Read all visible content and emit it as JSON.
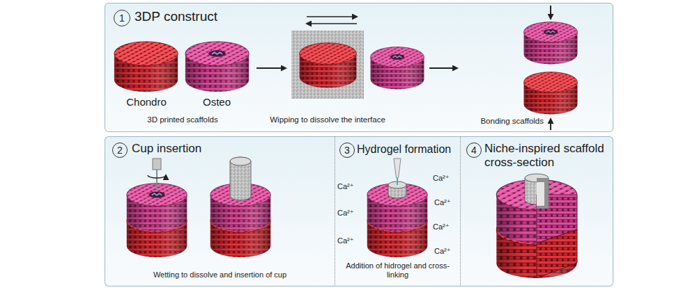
{
  "diagram": {
    "nodes": [
      {
        "text": [
          "3DP construct"
        ]
      },
      {
        "text": [
          "1"
        ],
        "in": 0
      },
      {
        "text": [
          "Cup insertion",
          "Wetting to dissolve and insertion of cup"
        ]
      },
      {
        "text": [
          "2"
        ],
        "in": 2
      },
      {
        "text": [
          "Hydrogel formation",
          "Addition of hidrogel and cross-linking"
        ]
      },
      {
        "text": [
          "3"
        ],
        "in": 4
      },
      {
        "text": [
          "Niche-inspired scaffold cross-section"
        ]
      },
      {
        "text": [
          "4"
        ],
        "in": 6
      }
    ],
    "labels": [
      "Chondro",
      "Osteo",
      "3D printed scaffolds",
      "Wipping to dissolve the interface",
      "Bonding scaffolds",
      "Ca²⁺",
      "Ca²⁺",
      "Ca²⁺",
      "Ca²⁺",
      "Ca²⁺",
      "Ca²⁺",
      "Ca²⁺"
    ]
  }
}
